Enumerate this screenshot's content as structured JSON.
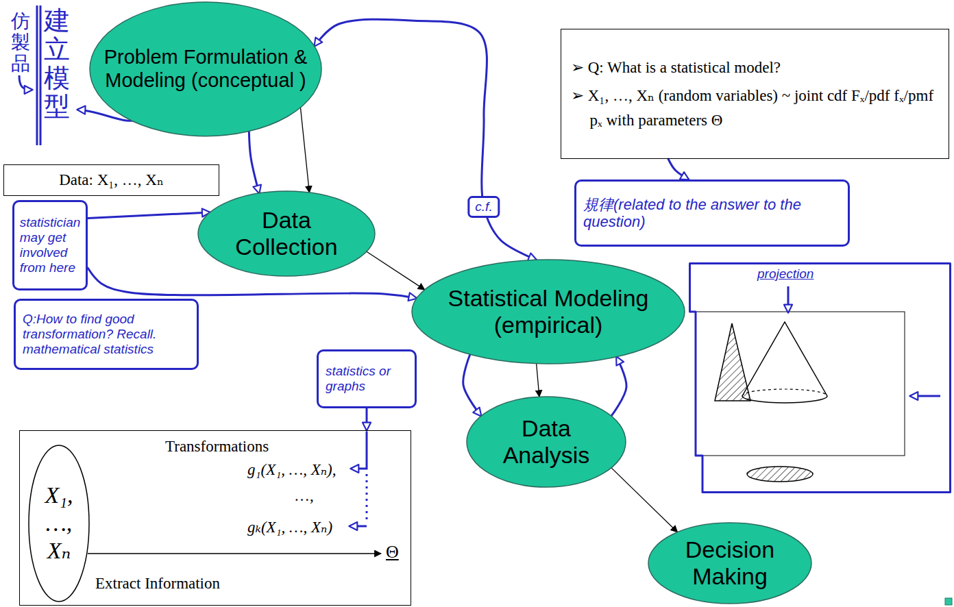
{
  "diagram": {
    "nodes": [
      {
        "text": [
          "Problem Formulation & Modeling (conceptual )"
        ]
      },
      {
        "text": [
          "➢ Q: What is a statistical model?",
          "➢ X₁, …, Xₙ (random variables) ~ joint cdf Fₓ/pdf fₓ/pmf pₓ with parameters Θ"
        ]
      },
      {
        "text": [
          "Data: X₁, …, Xₙ"
        ]
      },
      {
        "text": [
          "Data Collection"
        ]
      },
      {
        "text": [
          "規律(related to the answer to the question)"
        ]
      },
      {
        "text": [
          "statistician may get involved from here"
        ]
      },
      {
        "text": [
          "Statistical Modeling (empirical)"
        ]
      },
      {
        "text": [
          "projection"
        ]
      },
      {
        "text": [
          "Q:How to find good transformation? Recall. mathematical statistics"
        ]
      },
      {
        "text": [
          "statistics or graphs"
        ]
      },
      {
        "text": [
          "Data Analysis"
        ]
      },
      {
        "text": [
          "Transformations",
          "g₁(X₁, …, Xₙ),",
          "…,",
          "gₖ(X₁, …, Xₙ)",
          "Θ",
          "Extract Information"
        ]
      },
      {
        "text": [
          "X₁, …, Xₙ"
        ],
        "in": 11
      },
      {
        "text": [
          "Decision Making"
        ]
      }
    ],
    "edges": [
      {
        "from": 0,
        "to": 3,
        "arrow": "to"
      },
      {
        "from": 0,
        "to": 3,
        "arrow": "to"
      },
      {
        "from": 0,
        "to": 6,
        "label": "c.f.",
        "arrow": "both"
      },
      {
        "from": 1,
        "to": 4,
        "arrow": "to"
      },
      {
        "from": 5,
        "to": 3,
        "arrow": "to"
      },
      {
        "from": 5,
        "to": 6,
        "arrow": "to"
      },
      {
        "from": 3,
        "to": 6,
        "arrow": "to"
      },
      {
        "from": 6,
        "to": 10,
        "arrow": "to"
      },
      {
        "from": 6,
        "to": 10,
        "arrow": "to"
      },
      {
        "from": 10,
        "to": 6,
        "arrow": "to"
      },
      {
        "from": 10,
        "to": 13,
        "arrow": "to"
      },
      {
        "from": 9,
        "to": 11,
        "arrow": "to"
      }
    ],
    "labels": [
      "仿製品",
      "建立模型"
    ]
  }
}
